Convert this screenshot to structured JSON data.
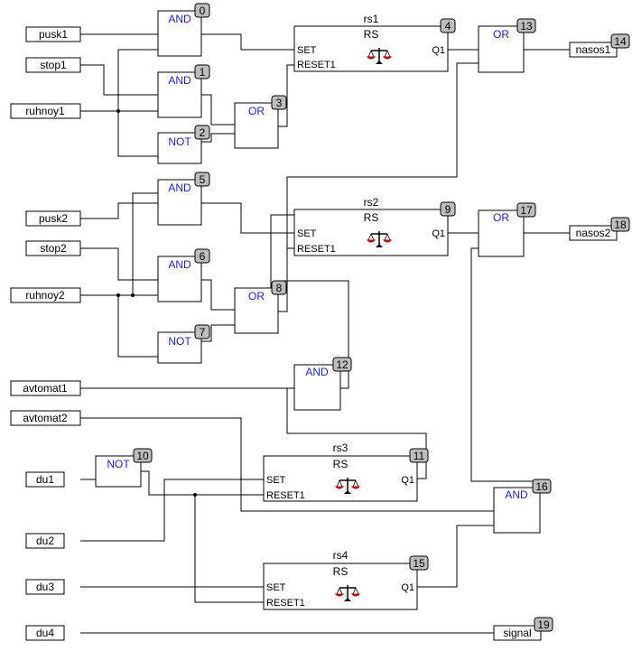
{
  "inputs": {
    "pusk1": "pusk1",
    "stop1": "stop1",
    "ruhnoy1": "ruhnoy1",
    "pusk2": "pusk2",
    "stop2": "stop2",
    "ruhnoy2": "ruhnoy2",
    "avtomat1": "avtomat1",
    "avtomat2": "avtomat2",
    "du1": "du1",
    "du2": "du2",
    "du3": "du3",
    "du4": "du4"
  },
  "outputs": {
    "nasos1": {
      "label": "nasos1",
      "num": "14"
    },
    "nasos2": {
      "label": "nasos2",
      "num": "18"
    },
    "signal": {
      "label": "signal",
      "num": "19"
    }
  },
  "gates": {
    "g0": {
      "label": "AND",
      "num": "0"
    },
    "g1": {
      "label": "AND",
      "num": "1"
    },
    "g2": {
      "label": "NOT",
      "num": "2"
    },
    "g3": {
      "label": "OR",
      "num": "3"
    },
    "g5": {
      "label": "AND",
      "num": "5"
    },
    "g6": {
      "label": "AND",
      "num": "6"
    },
    "g7": {
      "label": "NOT",
      "num": "7"
    },
    "g8": {
      "label": "OR",
      "num": "8"
    },
    "g10": {
      "label": "NOT",
      "num": "10"
    },
    "g12": {
      "label": "AND",
      "num": "12"
    },
    "g13": {
      "label": "OR",
      "num": "13"
    },
    "g16": {
      "label": "AND",
      "num": "16"
    },
    "g17": {
      "label": "OR",
      "num": "17"
    }
  },
  "triggers": {
    "rs1": {
      "name": "rs1",
      "type": "RS",
      "set": "SET",
      "reset": "RESET1",
      "q": "Q1",
      "num": "4"
    },
    "rs2": {
      "name": "rs2",
      "type": "RS",
      "set": "SET",
      "reset": "RESET1",
      "q": "Q1",
      "num": "9"
    },
    "rs3": {
      "name": "rs3",
      "type": "RS",
      "set": "SET",
      "reset": "RESET1",
      "q": "Q1",
      "num": "11"
    },
    "rs4": {
      "name": "rs4",
      "type": "RS",
      "set": "SET",
      "reset": "RESET1",
      "q": "Q1",
      "num": "15"
    }
  },
  "colors": {
    "gate_label": "#1f1fd0",
    "badge": "#bdbdbd",
    "scale_icon_pans": "#c00000"
  }
}
